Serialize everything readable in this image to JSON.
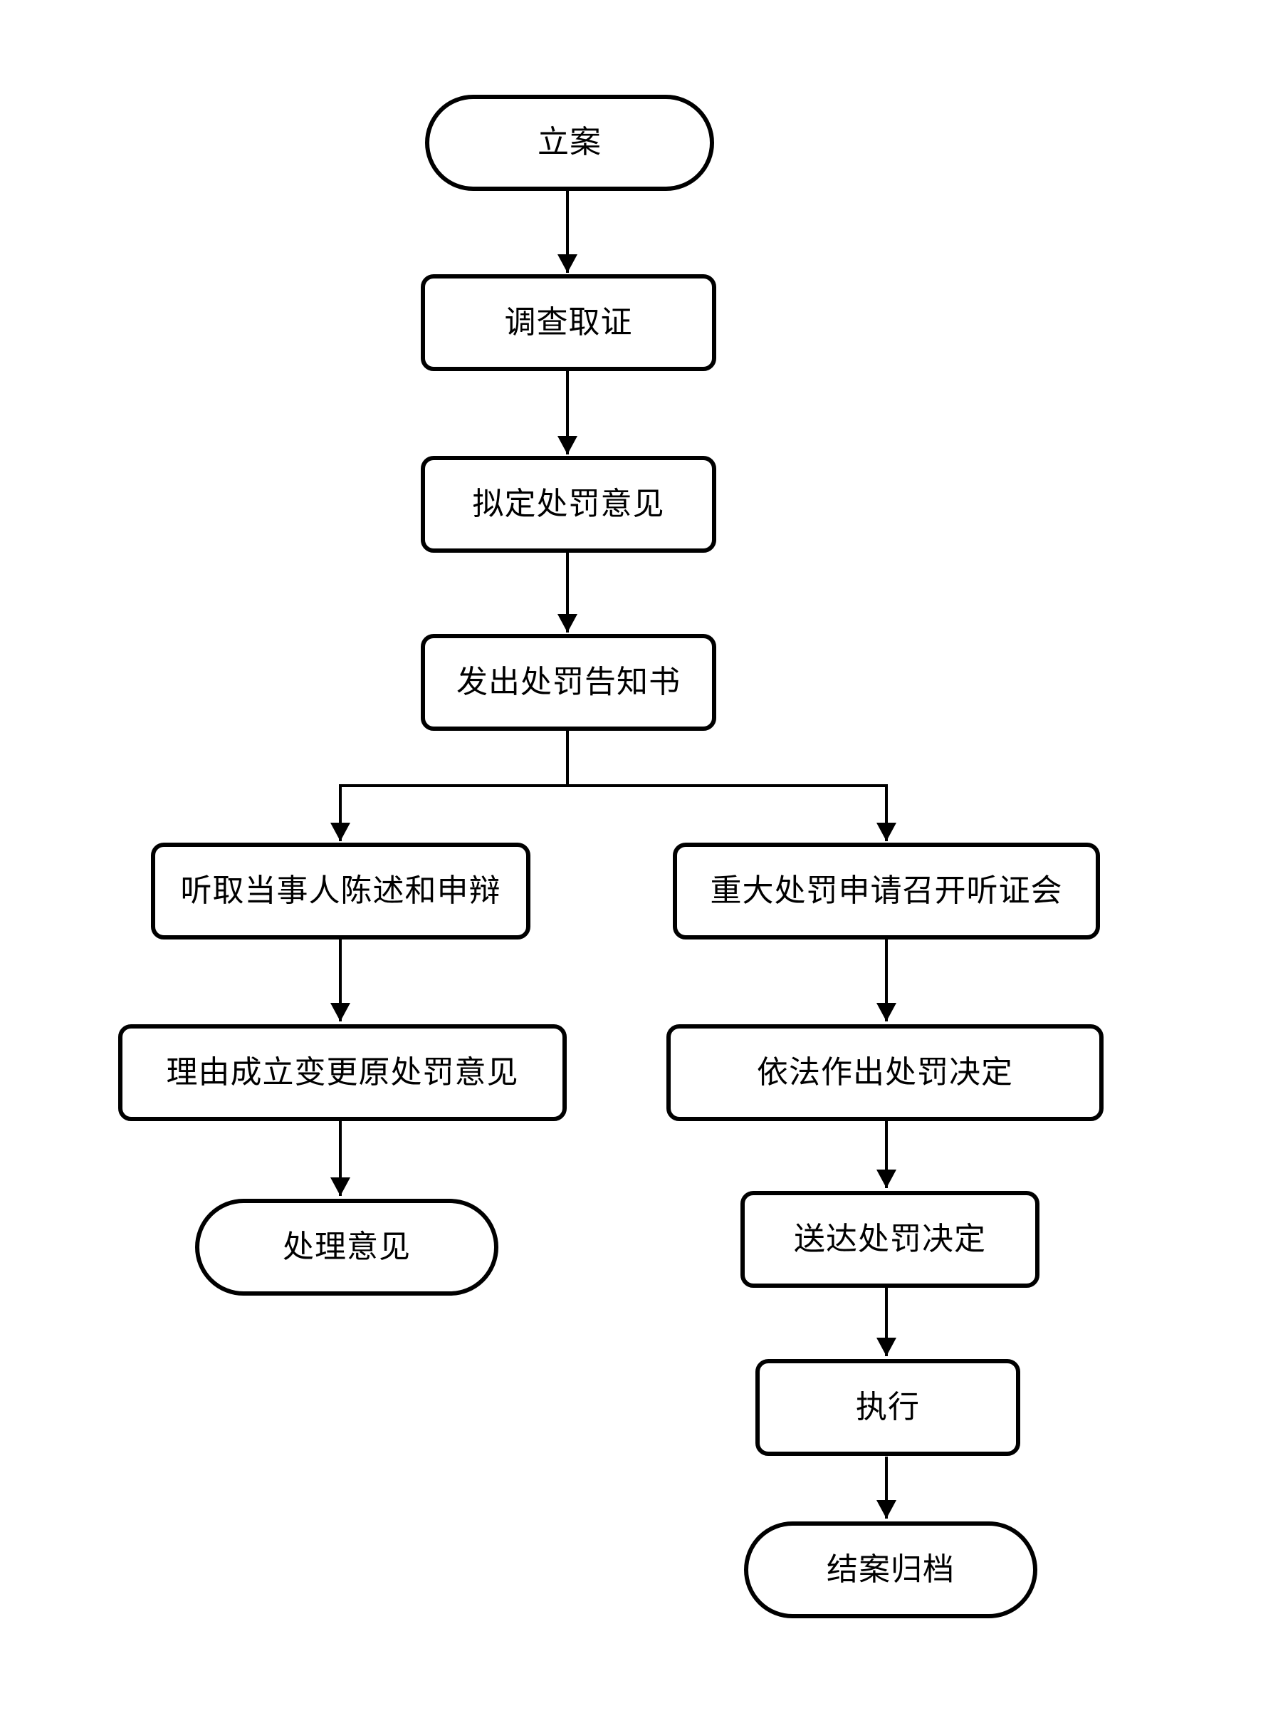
{
  "diagram": {
    "type": "flowchart",
    "background_color": "#ffffff",
    "line_color": "#000000",
    "nodes": [
      {
        "id": "filing",
        "label": "立案",
        "shape": "terminator"
      },
      {
        "id": "investigation",
        "label": "调查取证",
        "shape": "process"
      },
      {
        "id": "draft-penalty-opinion",
        "label": "拟定处罚意见",
        "shape": "process"
      },
      {
        "id": "issue-penalty-notice",
        "label": "发出处罚告知书",
        "shape": "process"
      },
      {
        "id": "hear-statement-defense",
        "label": "听取当事人陈述和申辩",
        "shape": "process"
      },
      {
        "id": "change-original-opinion",
        "label": "理由成立变更原处罚意见",
        "shape": "process"
      },
      {
        "id": "handling-opinion",
        "label": "处理意见",
        "shape": "terminator"
      },
      {
        "id": "major-penalty-hearing",
        "label": "重大处罚申请召开听证会",
        "shape": "process"
      },
      {
        "id": "make-penalty-decision",
        "label": "依法作出处罚决定",
        "shape": "process"
      },
      {
        "id": "serve-penalty-decision",
        "label": "送达处罚决定",
        "shape": "process"
      },
      {
        "id": "execute",
        "label": "执行",
        "shape": "process"
      },
      {
        "id": "close-and-archive",
        "label": "结案归档",
        "shape": "terminator"
      }
    ],
    "edges": [
      {
        "from": "filing",
        "to": "investigation"
      },
      {
        "from": "investigation",
        "to": "draft-penalty-opinion"
      },
      {
        "from": "draft-penalty-opinion",
        "to": "issue-penalty-notice"
      },
      {
        "from": "issue-penalty-notice",
        "to": "hear-statement-defense"
      },
      {
        "from": "issue-penalty-notice",
        "to": "major-penalty-hearing"
      },
      {
        "from": "hear-statement-defense",
        "to": "change-original-opinion"
      },
      {
        "from": "change-original-opinion",
        "to": "handling-opinion"
      },
      {
        "from": "major-penalty-hearing",
        "to": "make-penalty-decision"
      },
      {
        "from": "make-penalty-decision",
        "to": "serve-penalty-decision"
      },
      {
        "from": "serve-penalty-decision",
        "to": "execute"
      },
      {
        "from": "execute",
        "to": "close-and-archive"
      }
    ]
  }
}
